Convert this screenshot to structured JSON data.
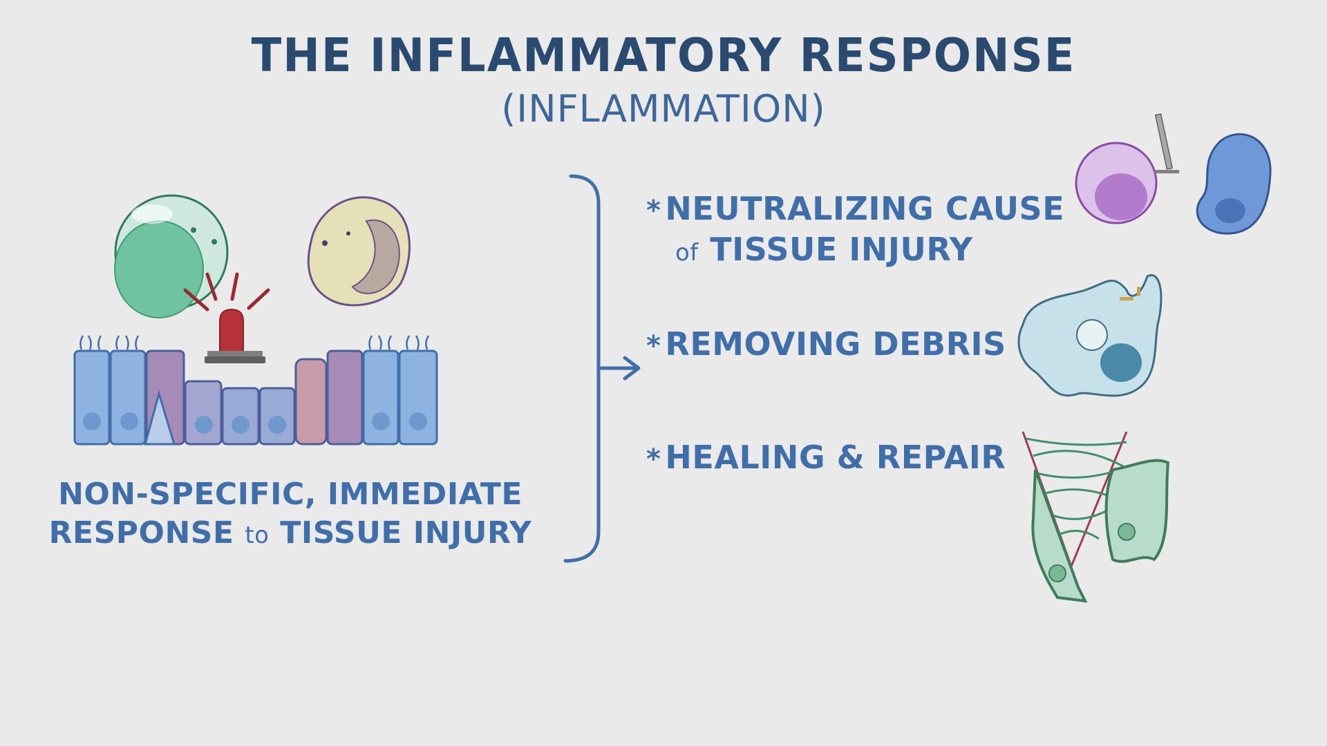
{
  "header": {
    "title": "THE INFLAMMATORY RESPONSE",
    "subtitle": "(INFLAMMATION)"
  },
  "left_panel": {
    "caption_line1": "NON-SPECIFIC, IMMEDIATE",
    "caption_line2_a": "RESPONSE ",
    "caption_line2_small": "to",
    "caption_line2_b": " TISSUE INJURY",
    "illustration": "injured epithelium with alarm siren and immune cells"
  },
  "outcomes": [
    {
      "star": "*",
      "line1": "NEUTRALIZING CAUSE",
      "line2_small": "of",
      "line2": " TISSUE INJURY",
      "illustration": "immune cell with sword facing bacterium"
    },
    {
      "star": "*",
      "line1": "REMOVING DEBRIS",
      "illustration": "macrophage engulfing debris"
    },
    {
      "star": "*",
      "line1": "HEALING & REPAIR",
      "illustration": "fibroblasts with collagen fibers in wound"
    }
  ],
  "colors": {
    "background": "#eaeaea",
    "title": "#2b4a6f",
    "text": "#3f6ea8",
    "siren": "#b5323a"
  }
}
